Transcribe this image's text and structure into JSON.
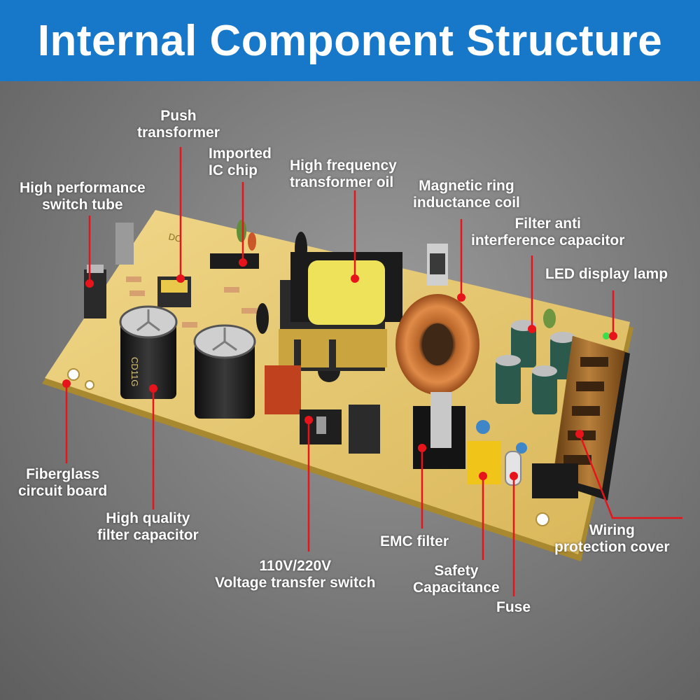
{
  "title": "Internal Component Structure",
  "board_marking": "DC",
  "capacitor_marking": "CD11G",
  "labels": {
    "push_transformer": [
      "Push",
      "transformer"
    ],
    "ic_chip": [
      "Imported",
      "IC chip"
    ],
    "transformer_oil": [
      "High frequency",
      "transformer oil"
    ],
    "ring_coil": [
      "Magnetic ring",
      "inductance coil"
    ],
    "switch_tube": [
      "High performance",
      "switch tube"
    ],
    "filter_cap_anti": [
      "Filter anti",
      "interference capacitor"
    ],
    "led_lamp": [
      "LED display lamp"
    ],
    "fiberglass": [
      "Fiberglass",
      "circuit board"
    ],
    "filter_capacitor": [
      "High quality",
      "filter capacitor"
    ],
    "voltage_switch": [
      "110V/220V",
      "Voltage transfer switch"
    ],
    "emc_filter": [
      "EMC filter"
    ],
    "safety_cap": [
      "Safety",
      "Capacitance"
    ],
    "fuse": [
      "Fuse"
    ],
    "wiring_cover": [
      "Wiring",
      "protection cover"
    ]
  },
  "colors": {
    "header": "#1778c9",
    "pointer": "#e8141c",
    "board": "#e3c46e"
  }
}
